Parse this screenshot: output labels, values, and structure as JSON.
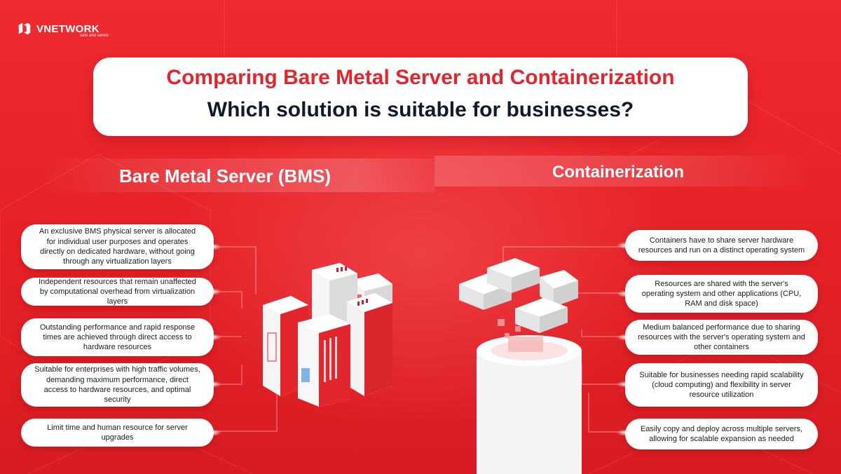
{
  "brand": {
    "name": "VNETWORK",
    "tagline": "safe and saved"
  },
  "title": {
    "line1": "Comparing Bare Metal Server and Containerization",
    "line2": "Which solution is suitable for businesses?"
  },
  "bms": {
    "heading": "Bare Metal Server (BMS)",
    "points": [
      "An exclusive BMS physical server is allocated for individual user purposes and operates directly on dedicated hardware, without going through any virtualization layers",
      "Independent resources that remain unaffected by computational overhead from virtualization layers",
      "Outstanding performance and rapid response times are achieved through direct access to hardware resources",
      "Suitable for enterprises with high traffic volumes, demanding maximum performance, direct access to hardware resources, and optimal security",
      "Limit time and human resource for server upgrades"
    ]
  },
  "containers": {
    "heading": "Containerization",
    "points": [
      "Containers have to share server hardware resources and run on a distinct operating system",
      "Resources are shared with the server's operating system and other applications (CPU, RAM and disk space)",
      "Medium balanced performance due to sharing resources with the server's operating system and other containers",
      "Suitable for businesses needing rapid scalability (cloud computing) and flexibility in server resource utilization",
      "Easily copy and deploy across multiple servers, allowing for scalable expansion as needed"
    ]
  },
  "colors": {
    "brand_red": "#e3262d",
    "background_red": "#e8242b",
    "title_dark": "#0f1b2d",
    "pill_white": "#ffffff"
  }
}
